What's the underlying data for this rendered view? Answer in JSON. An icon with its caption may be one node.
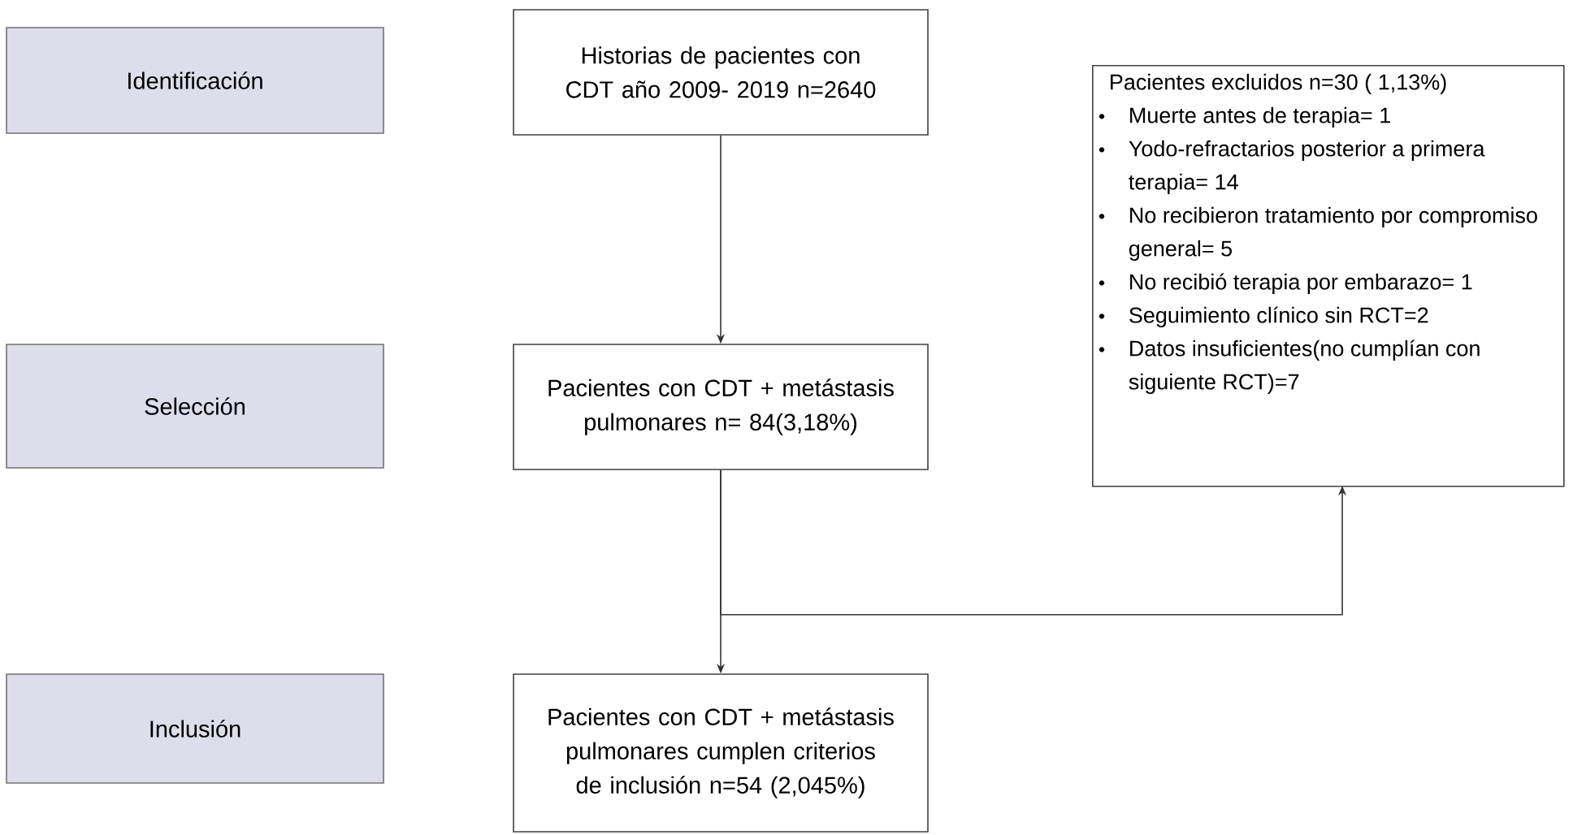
{
  "diagram": {
    "nodes": [
      {
        "text": [
          "Identificación"
        ]
      },
      {
        "text": [
          "Selección"
        ]
      },
      {
        "text": [
          "Inclusión"
        ]
      },
      {
        "text": [
          "Historias de pacientes con CDT año 2009- 2019 n=2640"
        ]
      },
      {
        "text": [
          "Pacientes con CDT + metástasis pulmonares n= 84(3,18%)"
        ]
      },
      {
        "text": [
          "Pacientes excluidos n=30 ( 1,13%)",
          "Muerte antes de terapia= 1",
          "Yodo-refractarios posterior a primera terapia= 14",
          "No recibieron tratamiento por compromiso general= 5",
          "No recibió terapia por embarazo= 1",
          "Seguimiento clínico sin RCT=2",
          "Datos insuficientes(no cumplían con siguiente RCT)=7"
        ]
      },
      {
        "text": [
          "Pacientes con CDT + metástasis pulmonares cumplen criterios de inclusión n=54 (2,045%)"
        ]
      }
    ],
    "edges": [
      {
        "from": 3,
        "to": 4,
        "arrow": "to"
      },
      {
        "from": 4,
        "to": 6,
        "arrow": "to"
      },
      {
        "from": 4,
        "to": 5,
        "arrow": "to"
      }
    ]
  }
}
